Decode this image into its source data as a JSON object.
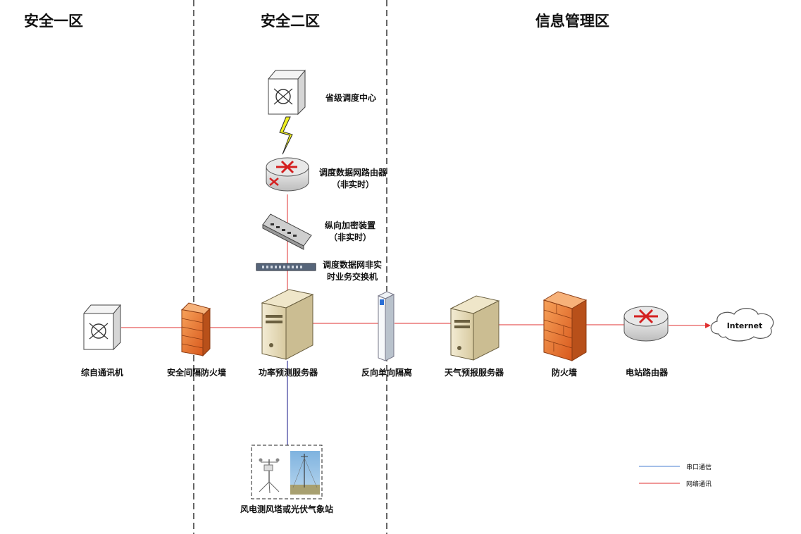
{
  "zones": {
    "zone1": "安全一区",
    "zone2": "安全二区",
    "zone3": "信息管理区"
  },
  "nodes": {
    "provincial_center": "省级调度中心",
    "dispatch_router_1": "调度数据网路由器",
    "dispatch_router_2": "（非实时）",
    "vertical_encrypt_1": "纵向加密装置",
    "vertical_encrypt_2": "（非实时）",
    "switch_1": "调度数据网非实",
    "switch_2": "时业务交换机",
    "comm_machine": "综自通讯机",
    "security_firewall": "安全间隔防火墙",
    "power_forecast_server": "功率预测服务器",
    "reverse_isolation": "反向单向隔离",
    "weather_server": "天气预报服务器",
    "firewall": "防火墙",
    "station_router": "电站路由器",
    "internet": "Internet",
    "weather_station": "风电测风塔或光伏气象站"
  },
  "legend": {
    "serial": "串口通信",
    "network": "网络通讯",
    "serial_color": "#4a7fd1",
    "network_color": "#e03030"
  }
}
